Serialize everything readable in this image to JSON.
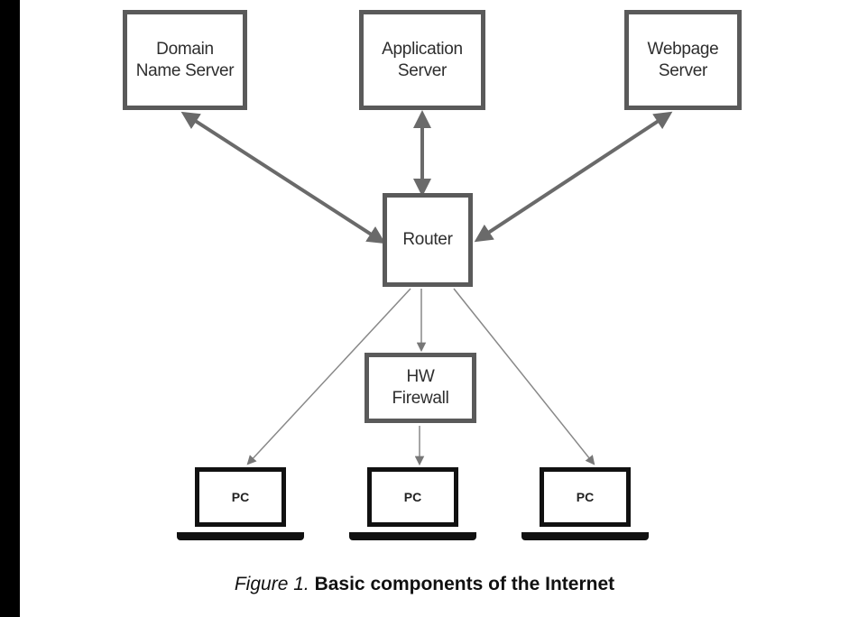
{
  "nodes": {
    "dns": "Domain\nName Server",
    "app": "Application\nServer",
    "web": "Webpage\nServer",
    "router": "Router",
    "firewall": "HW\nFirewall",
    "pc1": "PC",
    "pc2": "PC",
    "pc3": "PC"
  },
  "caption": {
    "figure": "Figure 1.",
    "title": "Basic components of the Internet"
  }
}
